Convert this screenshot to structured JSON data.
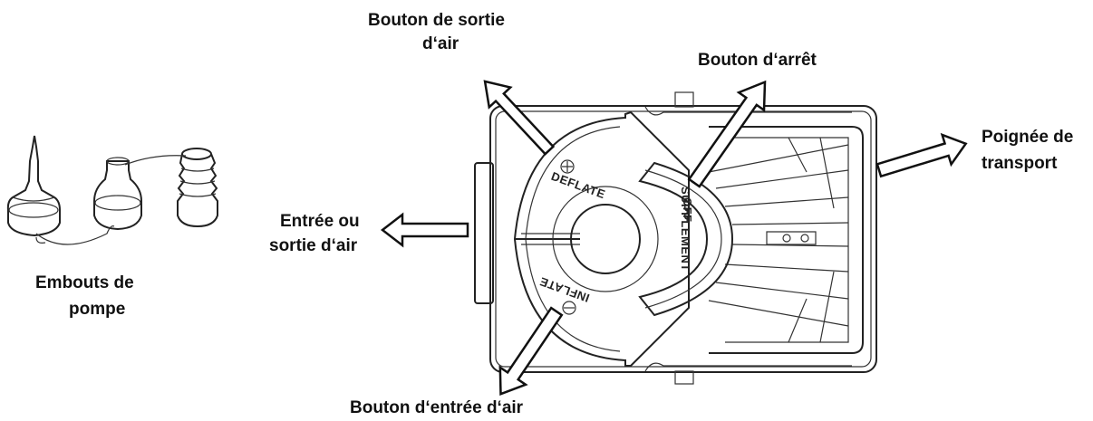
{
  "labels": {
    "deflate_button_line1": "Bouton de sortie",
    "deflate_button_line2": "d‘air",
    "off_button": "Bouton d‘arrêt",
    "handle_line1": "Poignée de",
    "handle_line2": "transport",
    "air_port_line1": "Entrée ou",
    "air_port_line2": "sortie d‘air",
    "nozzles_line1": "Embouts de",
    "nozzles_line2": "pompe",
    "inflate_button": "Bouton d‘entrée d‘air"
  },
  "pump_face": {
    "deflate": "DEFLATE",
    "inflate": "INFLATE",
    "off": "OFF",
    "supplement": "SUPPLEMENT"
  }
}
